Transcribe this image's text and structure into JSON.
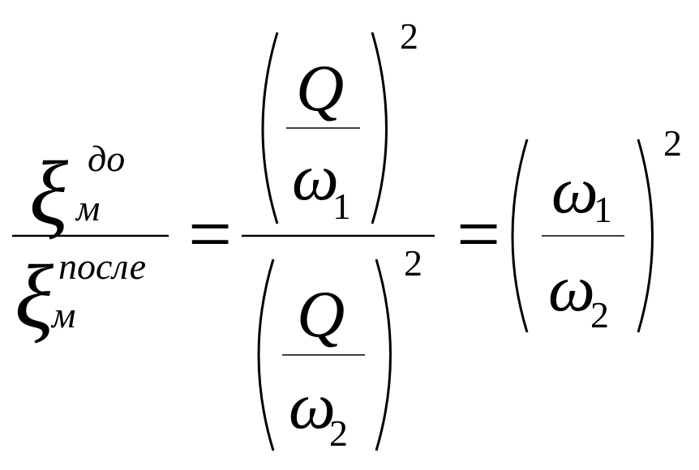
{
  "equation": {
    "left": {
      "num_symbol": "ξ",
      "num_sup": "до",
      "num_sub": "м",
      "den_symbol": "ξ",
      "den_sup": "после",
      "den_sub": "м"
    },
    "eq1": "=",
    "middle": {
      "num_numerator": "Q",
      "num_denominator_symbol": "ω",
      "num_denominator_sub": "1",
      "num_power": "2",
      "den_numerator": "Q",
      "den_denominator_symbol": "ω",
      "den_denominator_sub": "2",
      "den_power": "2"
    },
    "eq2": "=",
    "right": {
      "numerator_symbol": "ω",
      "numerator_sub": "1",
      "denominator_symbol": "ω",
      "denominator_sub": "2",
      "power": "2"
    }
  }
}
